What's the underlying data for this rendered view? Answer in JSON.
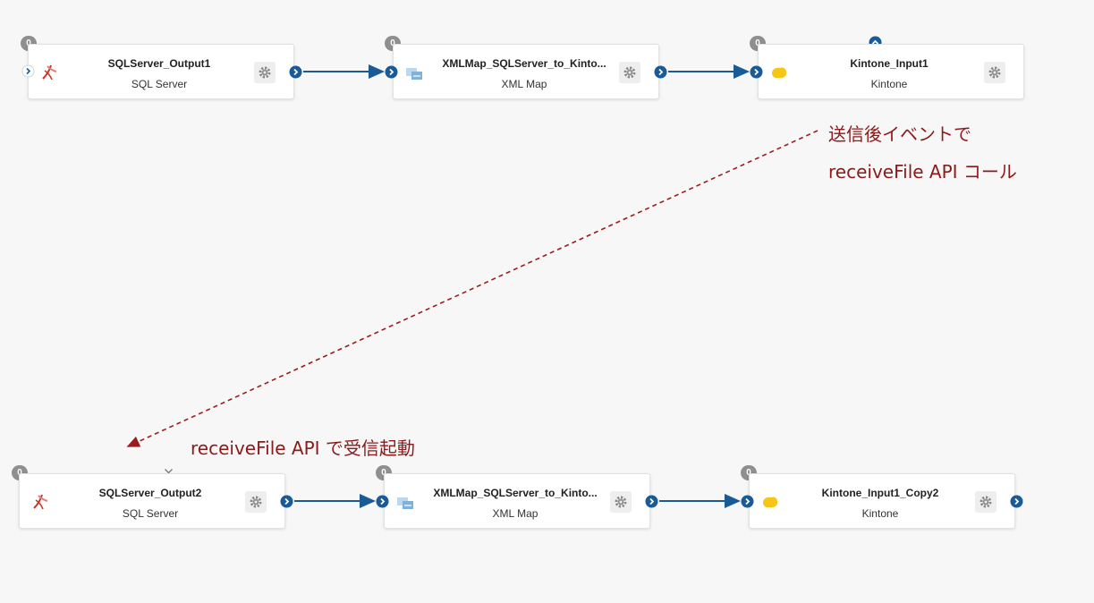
{
  "row1": {
    "nodes": [
      {
        "title": "SQLServer_Output1",
        "subtitle": "SQL Server",
        "count": "0"
      },
      {
        "title": "XMLMap_SQLServer_to_Kinto...",
        "subtitle": "XML Map",
        "count": "0"
      },
      {
        "title": "Kintone_Input1",
        "subtitle": "Kintone",
        "count": "0"
      }
    ]
  },
  "row2": {
    "nodes": [
      {
        "title": "SQLServer_Output2",
        "subtitle": "SQL Server",
        "count": "0"
      },
      {
        "title": "XMLMap_SQLServer_to_Kinto...",
        "subtitle": "XML Map",
        "count": "0"
      },
      {
        "title": "Kintone_Input1_Copy2",
        "subtitle": "Kintone",
        "count": "0"
      }
    ]
  },
  "annotations": {
    "send_event_line1": "送信後イベントで",
    "send_event_line2": "receiveFile API コール",
    "receive_trigger": "receiveFile API で受信起動"
  },
  "colors": {
    "port": "#1a5a96",
    "connector": "#1a5a96",
    "annotation": "#8b1a1a",
    "badge": "#8f8f8f"
  },
  "icons": {
    "sqlserver": "sqlserver-icon",
    "xmlmap": "xmlmap-icon",
    "kintone": "kintone-icon",
    "settings": "gear-icon"
  }
}
